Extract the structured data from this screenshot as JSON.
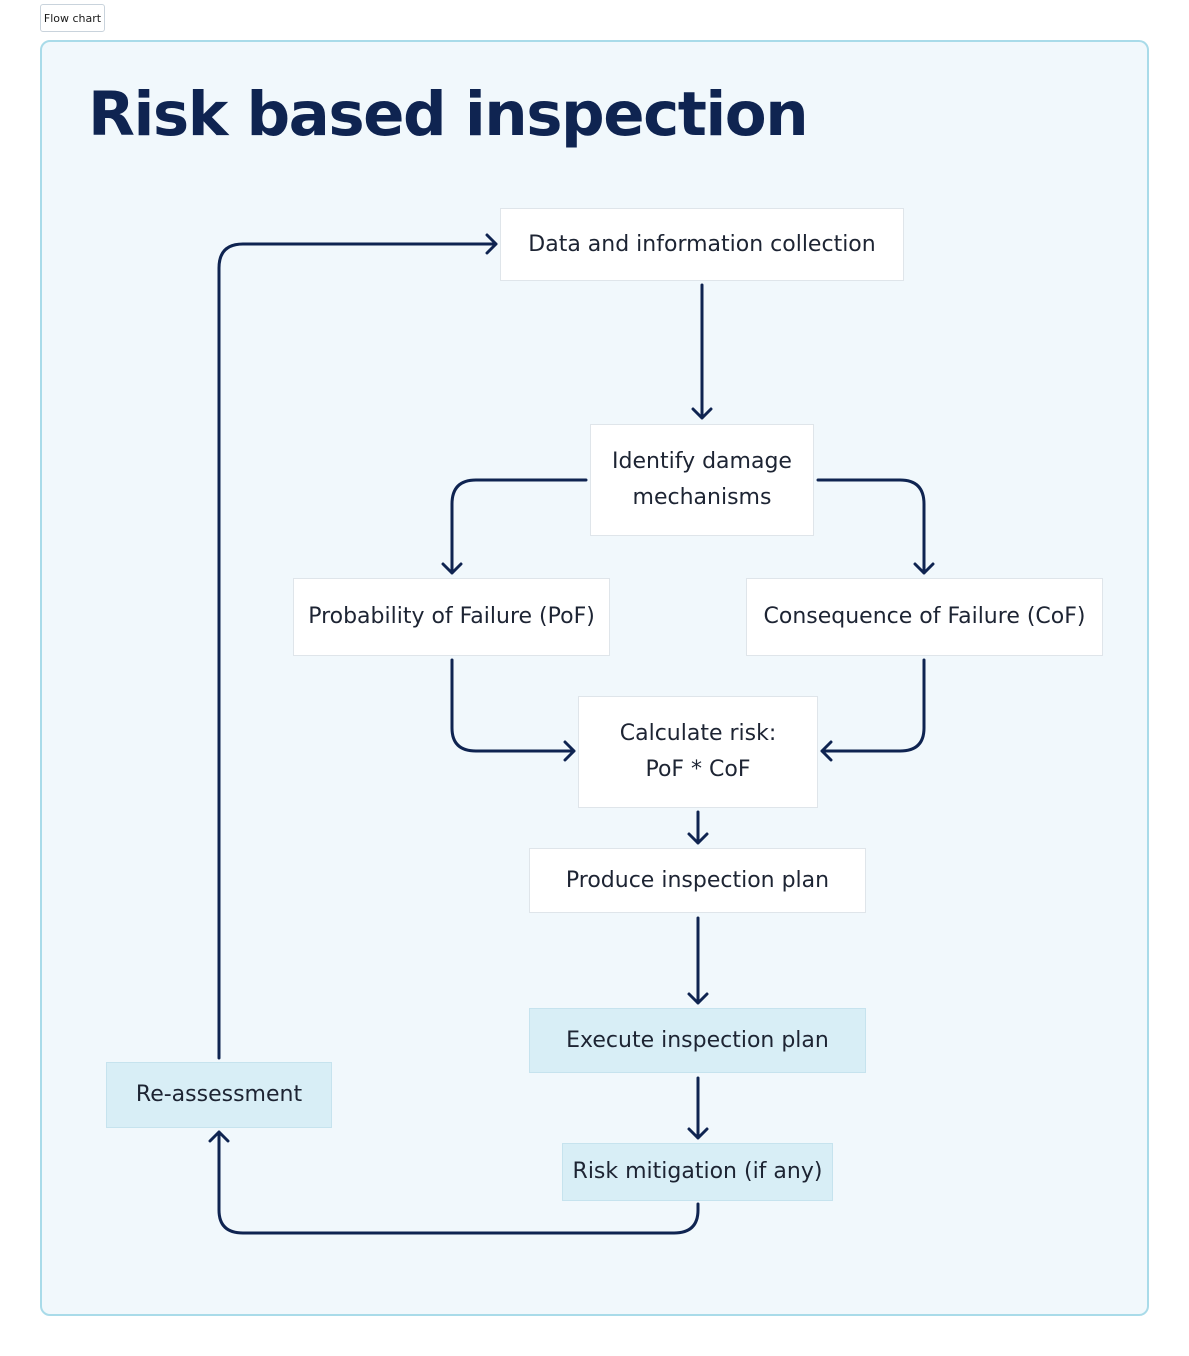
{
  "tag": {
    "label": "Flow chart"
  },
  "diagram": {
    "title": "Risk based inspection",
    "nodes": {
      "data_collection": "Data and information collection",
      "identify_damage": "Identify damage mechanisms",
      "pof": "Probability of Failure (PoF)",
      "cof": "Consequence of Failure (CoF)",
      "calculate_risk_line1": "Calculate risk:",
      "calculate_risk_line2": "PoF * CoF",
      "produce_plan": "Produce inspection plan",
      "execute_plan": "Execute inspection plan",
      "risk_mitigation": "Risk mitigation (if any)",
      "reassessment": "Re-assessment"
    },
    "colors": {
      "title": "#0f2451",
      "arrow": "#0f2451",
      "frame_background": "#f1f8fc",
      "frame_border": "#a9dbe9",
      "highlight_box": "#d8eef6",
      "plain_box": "#ffffff"
    }
  }
}
